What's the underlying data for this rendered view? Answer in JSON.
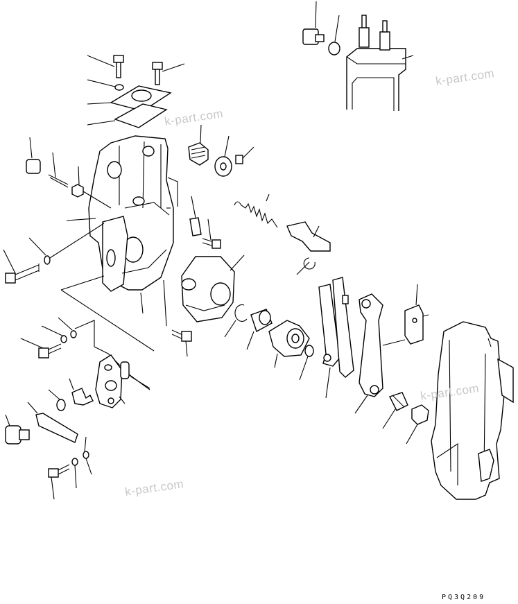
{
  "watermarks": [
    "k-part.com",
    "k-part.com",
    "k-part.com",
    "k-part.com"
  ],
  "drawing_code": "PQ3Q209"
}
